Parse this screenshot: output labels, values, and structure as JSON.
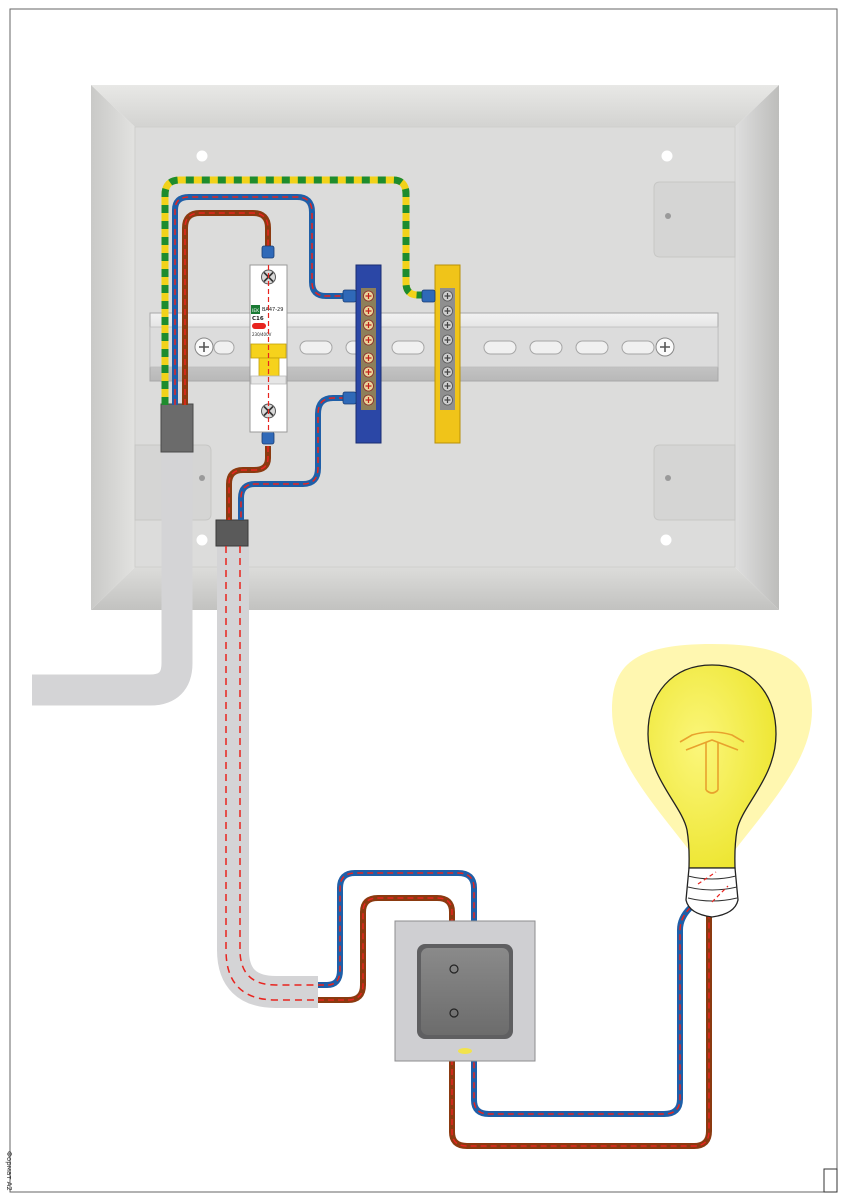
{
  "sheet": {
    "format_label": "Формат А2"
  },
  "breaker": {
    "brand": "IEK",
    "model": "ВА47-29",
    "rating": "C16",
    "voltage": "230/400V"
  },
  "colors": {
    "phase": "#8b3a10",
    "neutral": "#1f5fa8",
    "ground_yellow": "#f2d21a",
    "ground_green": "#1e8c2d",
    "stripe": "#e8241f",
    "neutral_bus": "#2a48a8",
    "ground_bus": "#f0c419",
    "lamp_glow": "#fff7b0",
    "lamp_bulb": "#f6ee3a",
    "conduit": "#d2d2d4",
    "enclosure": "#dcdcdc"
  },
  "icons": [
    "bulb-icon",
    "switch-icon",
    "breaker-icon",
    "screw-icon"
  ]
}
